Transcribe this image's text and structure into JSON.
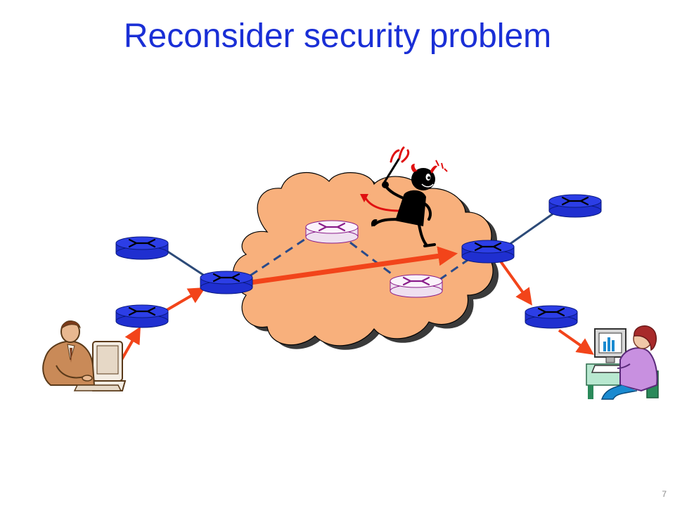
{
  "slide": {
    "title": "Reconsider security problem",
    "page_number": "7"
  },
  "colors": {
    "title": "#1a2fd6",
    "cloud_fill": "#f8b07c",
    "router_edge": "#1f2fd0",
    "router_internal": "#efe0f0",
    "router_internal_cross": "#8a1d8a",
    "attack_path": "#f2441a",
    "dashed_link": "#2a4a8a",
    "solid_link": "#2c4a78"
  },
  "diagram": {
    "nodes": [
      {
        "name": "edge-router-top-left",
        "kind": "edge"
      },
      {
        "name": "edge-router-bottom-left",
        "kind": "edge"
      },
      {
        "name": "ingress-router",
        "kind": "edge"
      },
      {
        "name": "internal-router-top",
        "kind": "internal"
      },
      {
        "name": "internal-router-bottom",
        "kind": "internal"
      },
      {
        "name": "egress-router",
        "kind": "edge"
      },
      {
        "name": "edge-router-top-right",
        "kind": "edge"
      },
      {
        "name": "edge-router-bottom-right",
        "kind": "edge"
      }
    ],
    "icons": [
      "sender-person-icon",
      "receiver-person-icon",
      "attacker-devil-icon"
    ]
  }
}
